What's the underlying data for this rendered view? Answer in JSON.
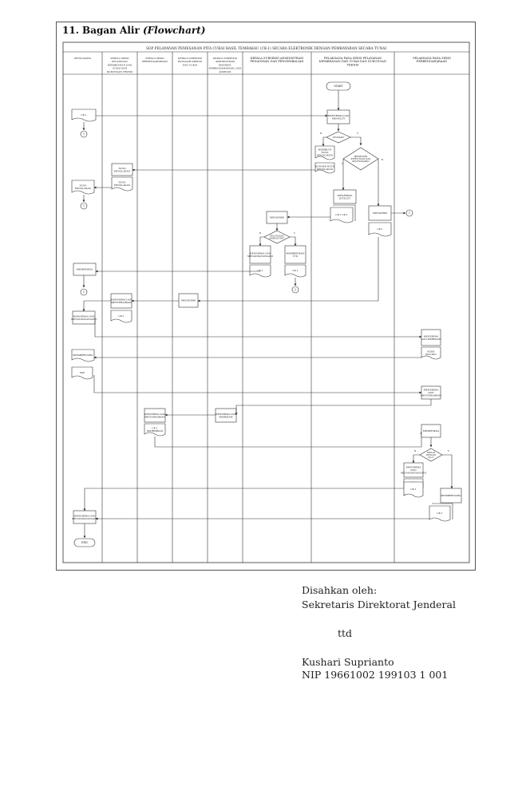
{
  "heading": {
    "number": "11. Bagan Alir",
    "italic": "(Flowchart)"
  },
  "sop_title": "SOP PELAYANAN PEMESANAN PITA CUKAI HASIL TEMBAKAU (CK-1) SECARA ELEKTRONIK DENGAN PEMBAYARAN SECARA TUNAI",
  "lanes": [
    [
      "PENGUSAHA"
    ],
    [
      "KEPALA SEKSI",
      "PELAYANAN",
      "KEPABEANAN DAN",
      "CUKAI DAN",
      "DUKUNGAN TEKNIS"
    ],
    [
      "KEPALA SEKSI",
      "PERBENDAHARAAN"
    ],
    [
      "KEPALA SUBSEKSI",
      "HANGGAR PABEAN",
      "DAN CUKAI"
    ],
    [
      "KEPALA SUBSEKSI",
      "ADMINISTRASI",
      "MANIFES,",
      "PERBENDAHARAAN, DAN",
      "JAMINAN"
    ],
    [
      "KEPALA SUBSEKSI ADMINISTRASI",
      "PENAGIHAN DAN PENGEMBALIAN"
    ],
    [
      "PELAKSANA PADA SEKSI PELAYANAN",
      "KEPABEANAN DAN CUKAI DAN DUKUNGAN",
      "TEKNIS"
    ],
    [
      "PELAKSANA PADA SEKSI",
      "PERBENDAHARAAN"
    ]
  ],
  "flow": {
    "start": "START",
    "end": "END",
    "terima_meneliti": "MENERIMA DAN MENELITI",
    "lengkap": "LENGKAP?",
    "membuat_nota": "MEMBUAT NOTA PENOLAKAN",
    "konsep_nota": "KONSEP NOTA PENOLAKAN",
    "nota_penolakan": "NOTA PENOLAKAN",
    "mengirim": "MENGIRIM",
    "ck1": "CK-1",
    "ck1_ck1": "CK-1 CK-1",
    "memenuhi_ketentuan": "MEMENUHI KETENTUAN DAN KELENGKAPAN",
    "menerima_diteliti": "MENERIMA DITELITI",
    "pelunasan": "PELUNASAN JAMINAN RE?",
    "memberikan_ttd": "MEMBERIKAN TTD",
    "menerima_dan_menandatangani": "MENERIMA DAN MENANDATANGANI",
    "memeriksa": "MEMERIKSA",
    "memberitahu": "MEMBERITAHU",
    "kode_billing": "KODE BILLING",
    "ssp": "SSP",
    "ck1_dikirimkan": "CK-1 DIKIRIMKAN",
    "sesuai_ck1": "SESUAI DENGAN CK-1?",
    "menerima_dan_menyerahkan": "MENERIMA DAN MENYERAHKAN",
    "menerima_dan_merekam": "MENERIMA DAN MEREKAM",
    "konsep_nota_simpan": "NOTA DINAS",
    "y": "Y",
    "n": "N",
    "c1": "1",
    "c2": "2"
  },
  "approval": {
    "label": "Disahkan oleh:",
    "position": "Sekretaris Direktorat Jenderal",
    "signature": "ttd",
    "name": "Kushari Suprianto",
    "nip": "NIP 19661002 199103 1 001"
  }
}
